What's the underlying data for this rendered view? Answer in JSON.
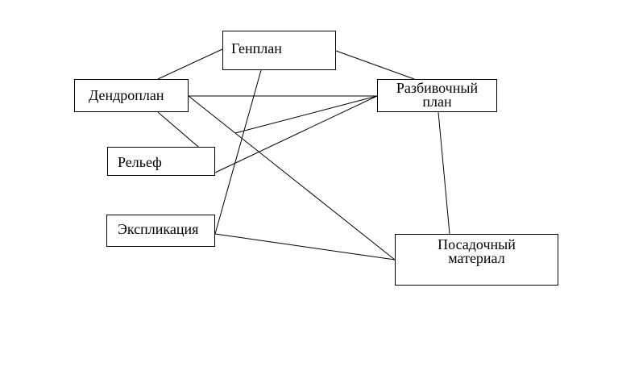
{
  "nodes": {
    "genplan": {
      "lines": [
        "Генплан"
      ]
    },
    "dendroplan": {
      "lines": [
        "Дендроплан"
      ]
    },
    "razbiv": {
      "lines": [
        "Разбивочный",
        "план"
      ]
    },
    "relief": {
      "lines": [
        "Рельеф"
      ]
    },
    "explik": {
      "lines": [
        "Экспликация"
      ]
    },
    "posad": {
      "lines": [
        "Посадочный",
        "материал"
      ]
    }
  },
  "edges": [
    [
      "genplan",
      "dendroplan"
    ],
    [
      "genplan",
      "razbiv"
    ],
    [
      "genplan",
      "explik"
    ],
    [
      "dendroplan",
      "razbiv"
    ],
    [
      "dendroplan",
      "relief"
    ],
    [
      "dendroplan",
      "posad"
    ],
    [
      "razbiv",
      "relief"
    ],
    [
      "razbiv",
      "posad"
    ],
    [
      "explik",
      "posad"
    ]
  ],
  "colors": {
    "line": "#000000",
    "background": "#ffffff"
  }
}
